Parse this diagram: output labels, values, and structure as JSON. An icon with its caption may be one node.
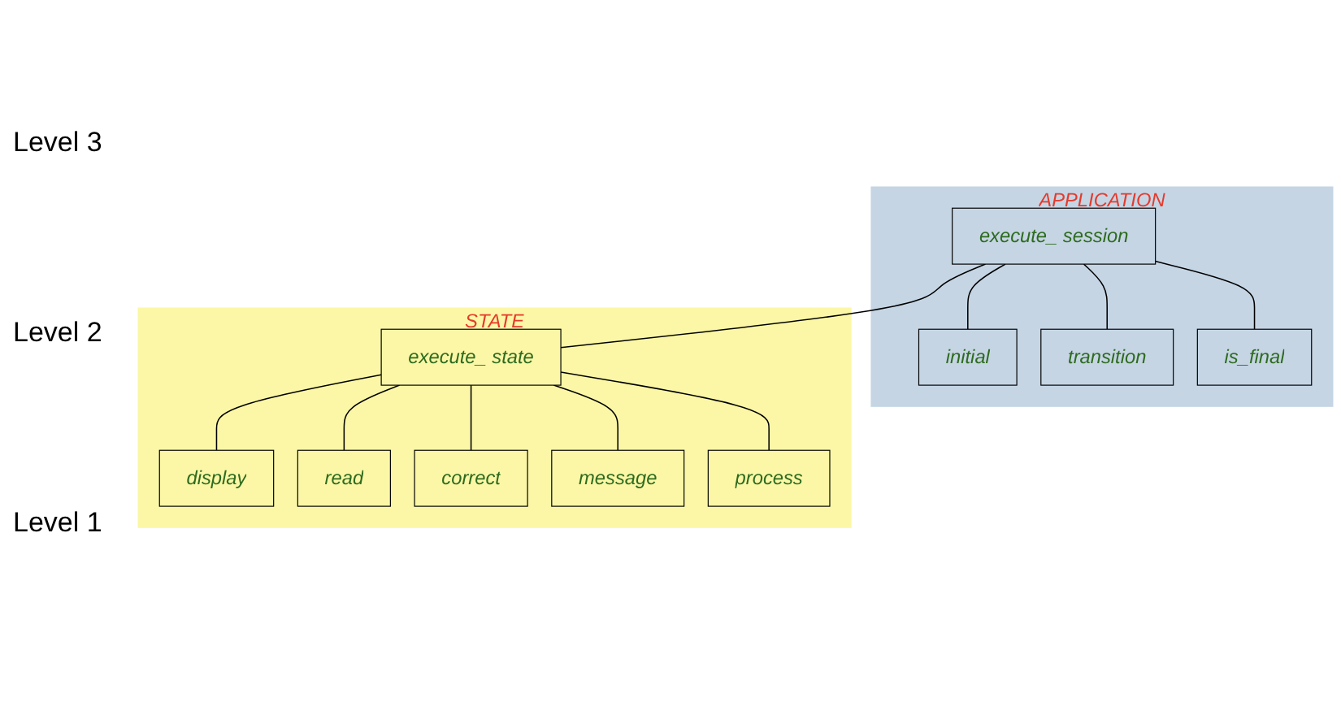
{
  "diagram": {
    "nodes": [
      {
        "text": [
          "APPLICATION"
        ]
      },
      {
        "text": [
          "execute_ session"
        ],
        "in": 0
      },
      {
        "text": [
          "initial"
        ],
        "in": 0
      },
      {
        "text": [
          "transition"
        ],
        "in": 0
      },
      {
        "text": [
          "STATE"
        ]
      },
      {
        "text": [
          "execute_ state"
        ],
        "in": 4
      },
      {
        "text": [
          "is_final"
        ],
        "in": 0
      },
      {
        "text": [
          "display"
        ],
        "in": 4
      },
      {
        "text": [
          "read"
        ],
        "in": 4
      },
      {
        "text": [
          "correct"
        ],
        "in": 4
      },
      {
        "text": [
          "message"
        ],
        "in": 4
      },
      {
        "text": [
          "process"
        ],
        "in": 4
      }
    ],
    "edges": [
      {
        "from": 1,
        "to": 2,
        "arrow": "none"
      },
      {
        "from": 1,
        "to": 3,
        "arrow": "none"
      },
      {
        "from": 1,
        "to": 5,
        "arrow": "none"
      },
      {
        "from": 1,
        "to": 6,
        "arrow": "none"
      },
      {
        "from": 5,
        "to": 7,
        "arrow": "none"
      },
      {
        "from": 5,
        "to": 8,
        "arrow": "none"
      },
      {
        "from": 5,
        "to": 9,
        "arrow": "none"
      },
      {
        "from": 5,
        "to": 10,
        "arrow": "none"
      },
      {
        "from": 5,
        "to": 11,
        "arrow": "none"
      }
    ],
    "labels": [
      "Level 3",
      "Level 2",
      "Level 1"
    ]
  }
}
